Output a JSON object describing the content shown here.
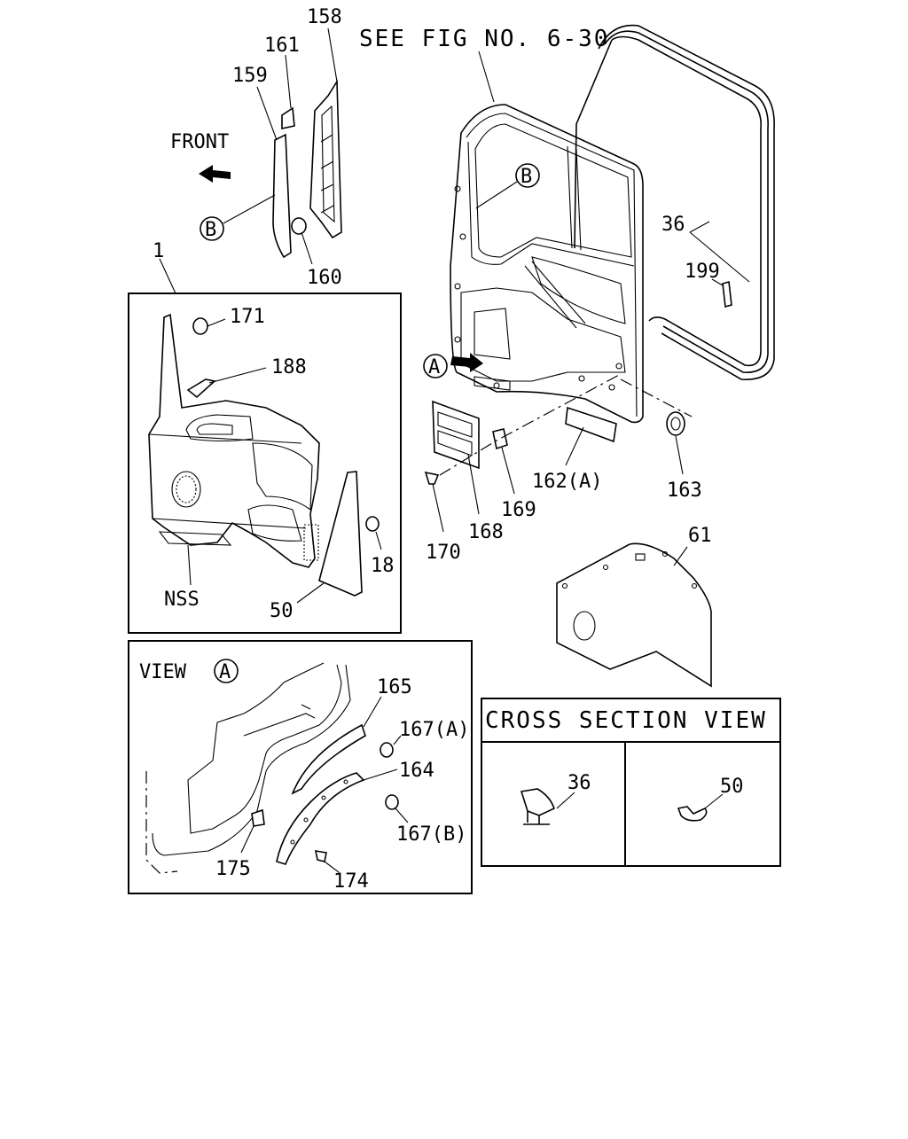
{
  "diagram": {
    "see_fig": "SEE FIG NO. 6-30",
    "front_label": "FRONT",
    "view_label": "VIEW",
    "view_circle": "A",
    "cross_section_title": "CROSS SECTION VIEW",
    "callout_A": "A",
    "callout_B": "B",
    "parts": {
      "p158": "158",
      "p161": "161",
      "p159": "159",
      "p160": "160",
      "p1": "1",
      "p171": "171",
      "p188": "188",
      "p18": "18",
      "p50": "50",
      "pNSS": "NSS",
      "p36": "36",
      "p199": "199",
      "p162A": "162(A)",
      "p163": "163",
      "p169": "169",
      "p168": "168",
      "p170": "170",
      "p61": "61",
      "p165": "165",
      "p167A": "167(A)",
      "p164": "164",
      "p167B": "167(B)",
      "p175": "175",
      "p174": "174",
      "cs36": "36",
      "cs50": "50"
    }
  }
}
